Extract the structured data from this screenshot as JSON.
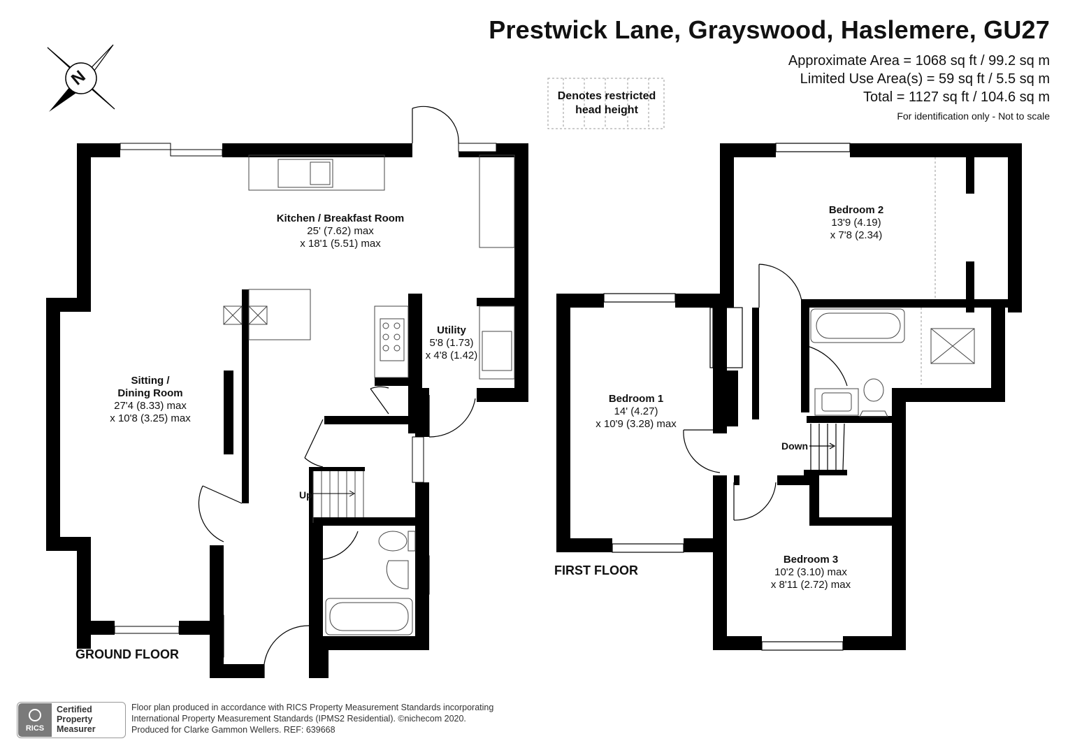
{
  "header": {
    "title": "Prestwick Lane, Grayswood, Haslemere, GU27",
    "approx_area": "Approximate Area = 1068 sq ft / 99.2 sq m",
    "limited_use_area": "Limited Use Area(s) = 59 sq ft / 5.5 sq m",
    "total_area": "Total = 1127 sq ft / 104.6 sq m",
    "note": "For identification only - Not to scale"
  },
  "legend": {
    "line1": "Denotes restricted",
    "line2": "head height"
  },
  "compass": {
    "letter": "N",
    "icon": "compass-rose-icon"
  },
  "ground_floor": {
    "label": "GROUND FLOOR",
    "kitchen": {
      "name": "Kitchen  / Breakfast Room",
      "dim1": "25' (7.62) max",
      "dim2": "x 18'1 (5.51) max"
    },
    "utility": {
      "name": "Utility",
      "dim1": "5'8 (1.73)",
      "dim2": "x 4'8 (1.42)"
    },
    "sitting": {
      "name1": "Sitting /",
      "name2": "Dining Room",
      "dim1": "27'4 (8.33) max",
      "dim2": "x 10'8 (3.25) max"
    },
    "stairs_label": "Up"
  },
  "first_floor": {
    "label": "FIRST FLOOR",
    "bedroom1": {
      "name": "Bedroom 1",
      "dim1": "14' (4.27)",
      "dim2": "x 10'9 (3.28) max"
    },
    "bedroom2": {
      "name": "Bedroom 2",
      "dim1": "13'9 (4.19)",
      "dim2": "x 7'8 (2.34)"
    },
    "bedroom3": {
      "name": "Bedroom 3",
      "dim1": "10'2 (3.10) max",
      "dim2": "x 8'11 (2.72) max"
    },
    "stairs_label": "Down"
  },
  "footer": {
    "line1": "Floor plan produced in accordance with RICS Property Measurement Standards incorporating",
    "line2": "International Property Measurement Standards (IPMS2 Residential).  ©nichecom 2020.",
    "line3": "Produced for Clarke Gammon Wellers.   REF:  639668",
    "badge_logo": "RICS",
    "badge_line1": "Certified",
    "badge_line2": "Property",
    "badge_line3": "Measurer"
  },
  "colors": {
    "wall": "#000000",
    "fixture": "#555555",
    "footer_gray": "#7a7a7a"
  }
}
